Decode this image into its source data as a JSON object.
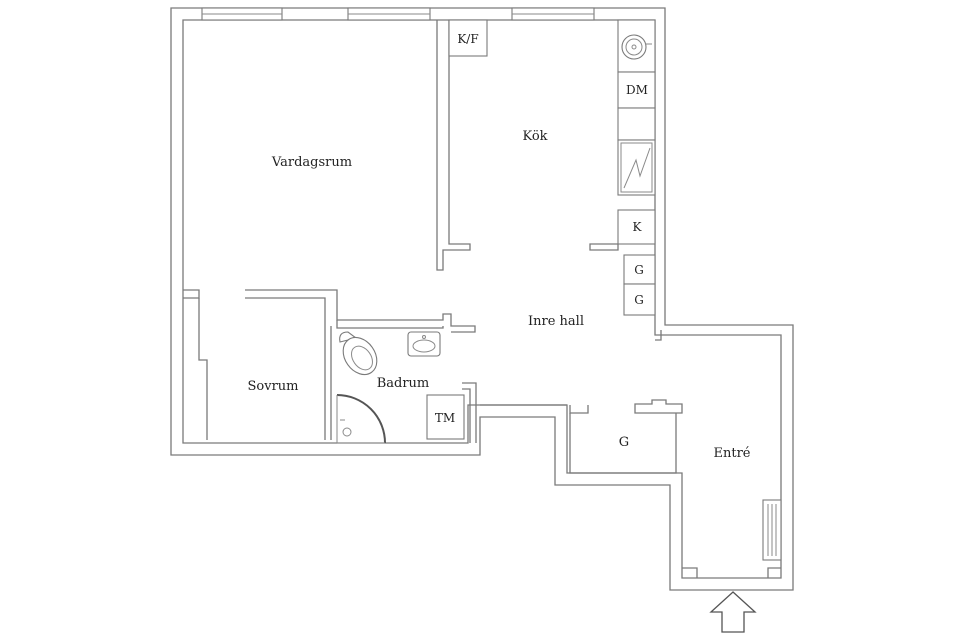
{
  "rooms": {
    "vardagsrum": "Vardagsrum",
    "kok": "Kök",
    "sovrum": "Sovrum",
    "badrum": "Badrum",
    "inre_hall": "Inre hall",
    "entre": "Entré",
    "g_closet": "G"
  },
  "fixtures": {
    "kf": "K/F",
    "dm": "DM",
    "k": "K",
    "g1": "G",
    "g2": "G",
    "tm": "TM"
  },
  "icons": {
    "entrance": "entrance-arrow-icon",
    "sink": "sink-icon",
    "stove": "stove-icon",
    "toilet": "toilet-icon",
    "radiator": "radiator-icon"
  },
  "colors": {
    "wall": "#7a7a7a",
    "text": "#222222",
    "background": "#ffffff"
  }
}
